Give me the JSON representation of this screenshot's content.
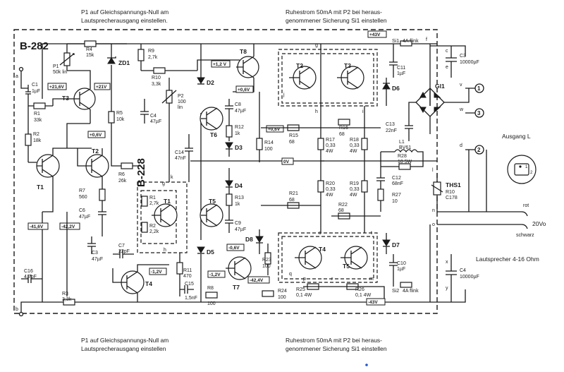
{
  "title": "B-282",
  "board_label": "B-228",
  "notes": {
    "top_left_1": "P1 auf Gleichspannungs-Null am",
    "top_left_2": "Lautsprecherausgang einstellen.",
    "top_right_1": "Ruhestrom 50mA mit P2 bei heraus-",
    "top_right_2": "genommener Sicherung Si1 einstellen",
    "bottom_left_1": "P1 auf Gleichspannungs-Null am",
    "bottom_left_2": "Lautsprecherausgang einstellen",
    "bottom_right_1": "Ruhestrom 50mA mit P2 bei heraus-",
    "bottom_right_2": "genommener Sicherung Si1 einstellen"
  },
  "output": {
    "title": "Ausgang L",
    "pin1": "1",
    "pin2": "2",
    "rot": "rot",
    "schwarz": "schwarz",
    "voltage": "20Vo",
    "speaker": "Lautsprecher 4-16 Ohm"
  },
  "voltages": {
    "v_plus43": "+43V",
    "v_minus43": "-43V",
    "v_12a": "+1,2 V",
    "v_06a": "+0,6V",
    "v_06b": "+0,6V",
    "v_21a": "+21,6V",
    "v_21b": "+21V",
    "v_06c": "+0,6V",
    "v_0v": "0V",
    "v_416": "-41,6V",
    "v_422": "-42,2V",
    "v_12b": "-1,2V",
    "v_12c": "-1,2V",
    "v_06d": "-0,6V",
    "v_424": "-42,4V"
  },
  "components": {
    "R4": [
      "R4",
      "15k"
    ],
    "P1": [
      "P1",
      "50k lin"
    ],
    "R9": [
      "R9",
      "2,7k"
    ],
    "ZD1": [
      "ZD1"
    ],
    "R10": [
      "R10",
      "3,3k"
    ],
    "T8": [
      "T8"
    ],
    "T2a": [
      "T2"
    ],
    "T3a": [
      "T3"
    ],
    "Si1": [
      "Si1",
      "4A flink"
    ],
    "C3": [
      "C3",
      "10000µF"
    ],
    "C11": [
      "C11",
      "1µF"
    ],
    "D6": [
      "D6"
    ],
    "Gl1": [
      "Gl1"
    ],
    "C1": [
      "C1",
      "1µF"
    ],
    "T3": [
      "T3"
    ],
    "R1": [
      "R1",
      "33k"
    ],
    "R2": [
      "R2",
      "18k"
    ],
    "R5": [
      "R5",
      "10k"
    ],
    "C4a": [
      "C4",
      "47µF"
    ],
    "P2": [
      "P2",
      "100",
      "lin"
    ],
    "D2": [
      "D2"
    ],
    "C8": [
      "C8",
      "47µF"
    ],
    "T6": [
      "T6"
    ],
    "R12": [
      "R12",
      "1k"
    ],
    "D3": [
      "D3"
    ],
    "R15": [
      "R15",
      "68"
    ],
    "R16": [
      "R16",
      "68"
    ],
    "R14": [
      "R14",
      "100"
    ],
    "R17": [
      "R17",
      "0,33",
      "4W"
    ],
    "R18": [
      "R18",
      "0,33",
      "4W"
    ],
    "C13": [
      "C13",
      "22nF"
    ],
    "L1": [
      "L1",
      "BV61"
    ],
    "R28": [
      "R28",
      "10 5W"
    ],
    "C12": [
      "C12",
      "68nF"
    ],
    "R27": [
      "R27",
      "10"
    ],
    "THS1": [
      "THS1",
      "R10",
      "C178"
    ],
    "T1": [
      "T1"
    ],
    "T2": [
      "T2"
    ],
    "R6": [
      "R6",
      "26k"
    ],
    "R7": [
      "R7",
      "560"
    ],
    "C6": [
      "C6",
      "47µF"
    ],
    "C14": [
      "C14",
      "47nF"
    ],
    "D4": [
      "D4"
    ],
    "R13": [
      "R13",
      "1k"
    ],
    "T5a": [
      "T5"
    ],
    "R20": [
      "R20",
      "0,33",
      "4W"
    ],
    "R19": [
      "R19",
      "0,33",
      "4W"
    ],
    "R21": [
      "R21",
      "68"
    ],
    "R22": [
      "R22",
      "68"
    ],
    "C9": [
      "C9",
      "47µF"
    ],
    "D8": [
      "D8"
    ],
    "D7": [
      "D7"
    ],
    "T4a": [
      "T4"
    ],
    "T5b": [
      "T5"
    ],
    "R1b": [
      "R1",
      "2,7k"
    ],
    "R2b": [
      "R2",
      "2,2k"
    ],
    "T1b": [
      "T1"
    ],
    "C3b": [
      "C3",
      "47µF"
    ],
    "C7": [
      "C7",
      "22pF"
    ],
    "T4": [
      "T4"
    ],
    "R11": [
      "R11",
      "470"
    ],
    "D5": [
      "D5"
    ],
    "T7": [
      "T7"
    ],
    "R23": [
      "R23",
      "100"
    ],
    "C10": [
      "C10",
      "1µF"
    ],
    "C4b": [
      "C4",
      "10000µF"
    ],
    "C16": [
      "C16",
      "4,7pF"
    ],
    "R3": [
      "R3",
      "3,3k"
    ],
    "C15": [
      "C15",
      "1,5nF"
    ],
    "R8": [
      "R8",
      "100"
    ],
    "R24": [
      "R24",
      "100"
    ],
    "R25": [
      "R25",
      "0,1 4W"
    ],
    "R26": [
      "R26",
      "0,1 4W"
    ],
    "Si2": [
      "Si2",
      "4A flink"
    ]
  },
  "nodes": [
    "a",
    "b",
    "f",
    "g",
    "h",
    "i",
    "j",
    "k",
    "l",
    "m",
    "n",
    "o",
    "p",
    "q",
    "r",
    "s",
    "t",
    "u",
    "v",
    "w",
    "x",
    "y",
    "d",
    "c",
    "e"
  ],
  "terminals": [
    "1",
    "3",
    "2"
  ]
}
